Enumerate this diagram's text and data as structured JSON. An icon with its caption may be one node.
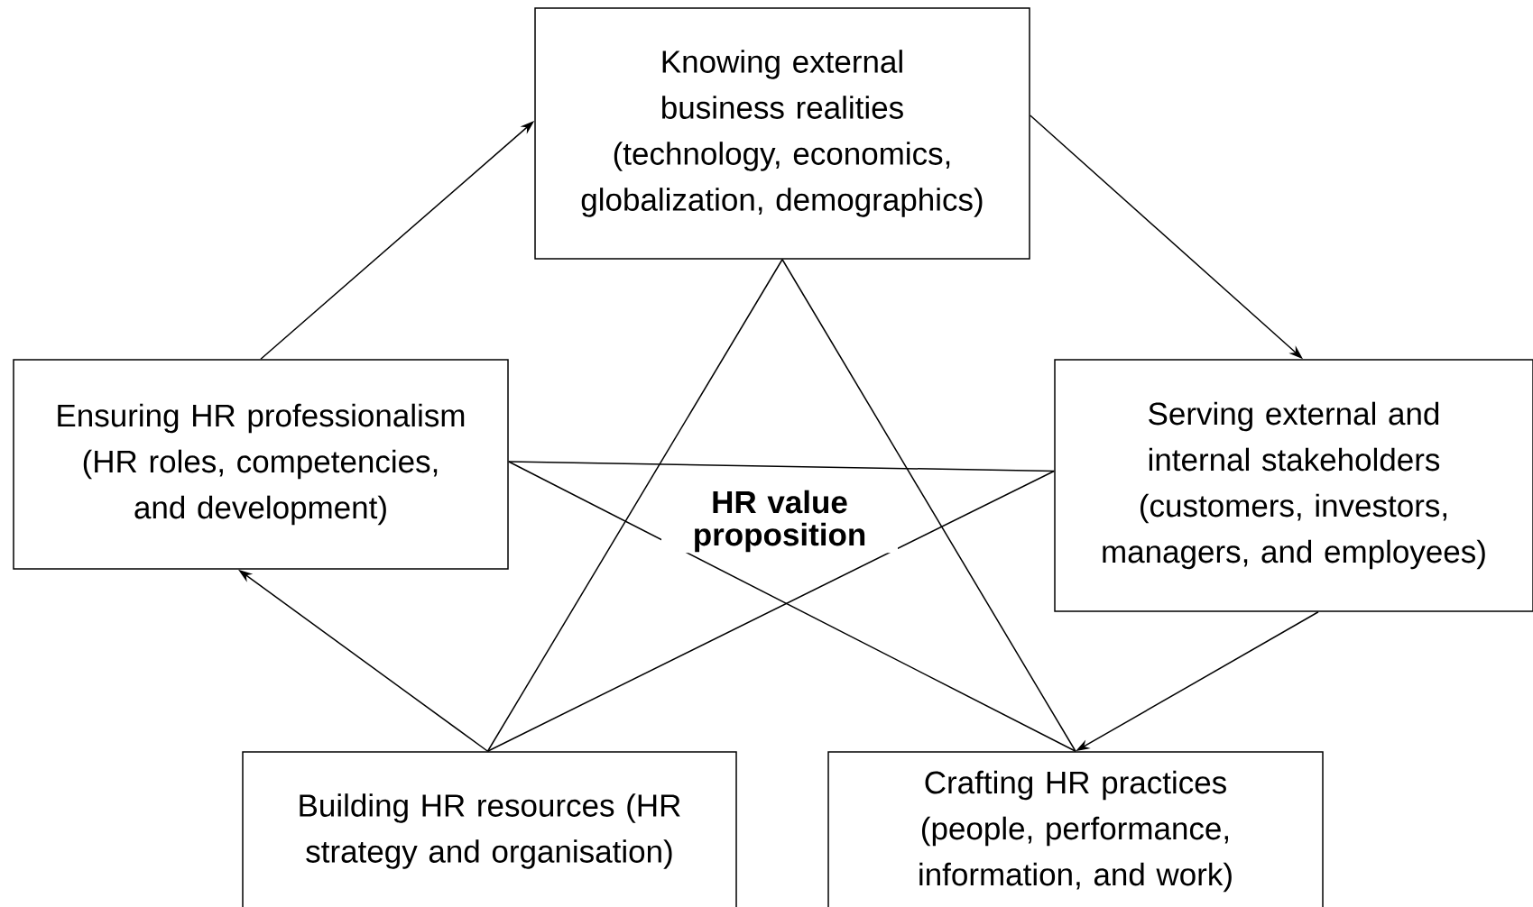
{
  "diagram": {
    "nodes": [
      {
        "text": [
          "Knowing external business realities (technology, economics, globalization, demographics)"
        ]
      },
      {
        "text": [
          "Ensuring HR professionalism (HR roles, competencies, and development)"
        ]
      },
      {
        "text": [
          "Serving external and internal stakeholders (customers, investors, managers, and employees)"
        ]
      },
      {
        "text": [
          "Building HR resources (HR strategy and organisation)"
        ]
      },
      {
        "text": [
          "Crafting HR practices (people, performance, information, and work)"
        ]
      }
    ],
    "edges": [
      {
        "from": 1,
        "to": 0,
        "arrow": "to"
      },
      {
        "from": 0,
        "to": 2,
        "arrow": "to"
      },
      {
        "from": 2,
        "to": 4,
        "arrow": "to"
      },
      {
        "from": 3,
        "to": 1,
        "arrow": "to"
      },
      {
        "from": 0,
        "to": 3,
        "arrow": "none"
      },
      {
        "from": 0,
        "to": 4,
        "arrow": "none"
      },
      {
        "from": 1,
        "to": 2,
        "arrow": "none"
      },
      {
        "from": 1,
        "to": 4,
        "arrow": "none"
      },
      {
        "from": 2,
        "to": 3,
        "arrow": "none"
      }
    ],
    "labels": [
      "HR value proposition"
    ]
  }
}
